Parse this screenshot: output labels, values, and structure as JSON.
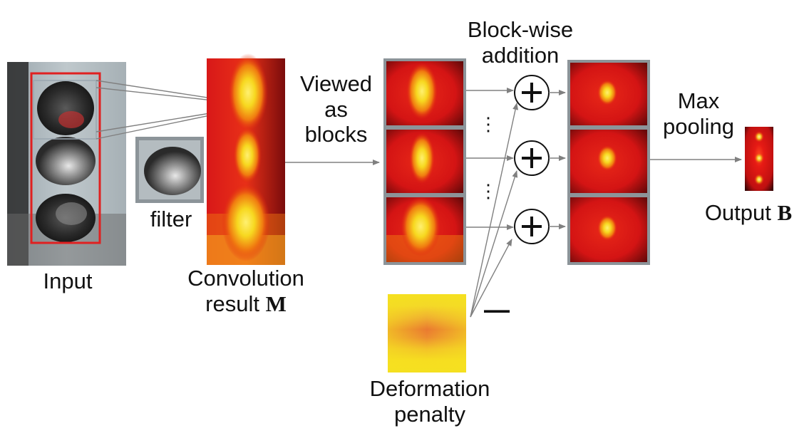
{
  "labels": {
    "input": "Input",
    "filter": "filter",
    "convolution_line1": "Convolution",
    "convolution_line2": "result",
    "convolution_symbol": "M",
    "viewed_line1": "Viewed",
    "viewed_line2": "as",
    "viewed_line3": "blocks",
    "blockwise_line1": "Block-wise",
    "blockwise_line2": "addition",
    "maxpool_line1": "Max",
    "maxpool_line2": "pooling",
    "output_text": "Output",
    "output_symbol": "B",
    "deformation_line1": "Deformation",
    "deformation_line2": "penalty",
    "minus_sign": "—",
    "vertical_dots": "⋮"
  },
  "colors": {
    "arrow": "#808080",
    "frame_gray": "#8c9499",
    "box_red": "#e02020",
    "heat_dark": "#3a0606",
    "heat_red": "#de1a1a",
    "heat_orange": "#f07a10",
    "heat_yellow": "#f7df20"
  }
}
